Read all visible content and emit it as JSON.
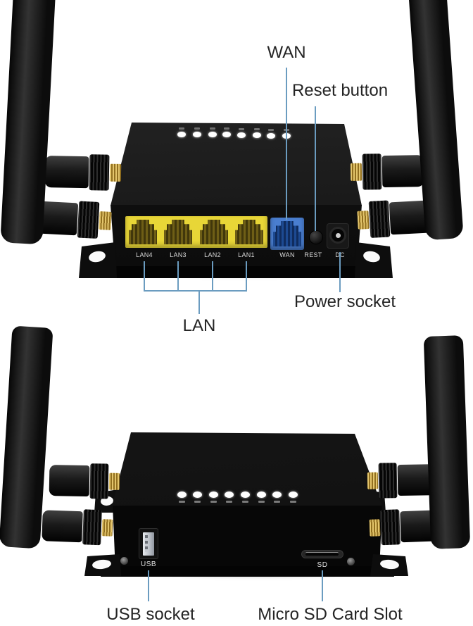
{
  "figure_type": "router-ports-annotated-diagram",
  "annotations": {
    "wan_label": "WAN",
    "reset_label": "Reset button",
    "power_label": "Power socket",
    "lan_label": "LAN",
    "usb_label": "USB socket",
    "sd_label": "Micro SD Card Slot"
  },
  "rear_panel": {
    "port_labels": [
      "LAN4",
      "LAN3",
      "LAN2",
      "LAN1",
      "WAN",
      "REST",
      "DC"
    ]
  },
  "front_panel": {
    "usb_port_label": "USB",
    "sd_slot_label": "SD"
  },
  "colors": {
    "background": "#ffffff",
    "annotation_text": "#242424",
    "leader_line": "#6b9cc0",
    "lan_port_yellow": "#e8d637",
    "wan_port_blue": "#4a7ed0",
    "gold_connector": "#c9a43e",
    "device_body": "#121212",
    "led_white": "#ffffff"
  }
}
